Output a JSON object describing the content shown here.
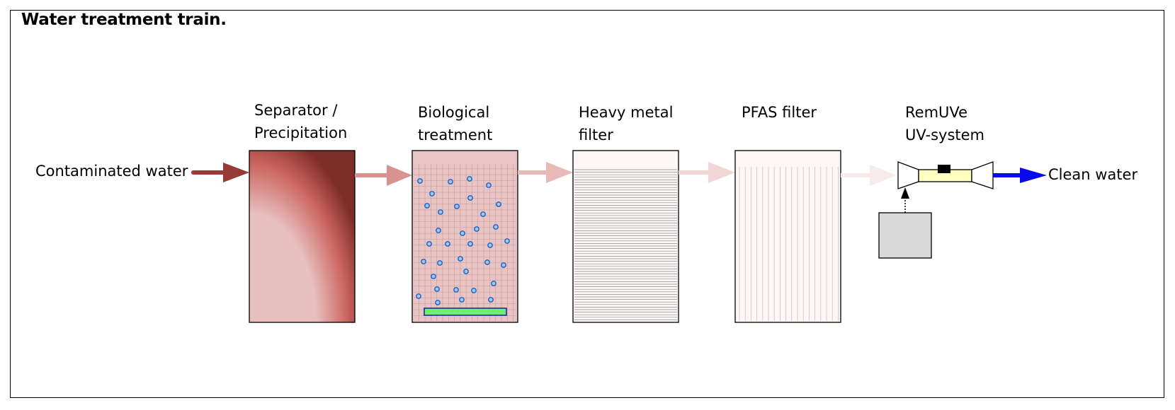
{
  "title": "Water treatment train.",
  "inlet_label": "Contaminated water",
  "outlet_label": "Clean water",
  "stages": [
    {
      "id": "separator",
      "lines": [
        "Separator /",
        "Precipitation"
      ]
    },
    {
      "id": "biological",
      "lines": [
        "Biological",
        "treatment"
      ]
    },
    {
      "id": "heavy-metal",
      "lines": [
        "Heavy metal",
        "filter"
      ]
    },
    {
      "id": "pfas",
      "lines": [
        "PFAS filter"
      ]
    },
    {
      "id": "uv",
      "lines": [
        "RemUVe",
        "UV-system"
      ]
    }
  ],
  "colors": {
    "inlet_arrow": "#9a3a36",
    "arrow_1": "#d9928f",
    "arrow_2": "#e8b9b7",
    "arrow_3": "#f1d6d5",
    "arrow_4": "#f7ecec",
    "outlet_arrow": "#0a0af0",
    "separator_dark": "#b94a44",
    "separator_light": "#e8c0bf",
    "bio_fill": "#e8c4c4",
    "bio_grid": "#b98a8a",
    "bubble": "#1d5ec8",
    "diffuser": "#6ef06e",
    "uv_lamp": "#ffffc0",
    "control_box": "#d9d9d9"
  },
  "icons": [
    "uv-reactor-icon",
    "control-unit-icon",
    "air-diffuser-icon"
  ]
}
